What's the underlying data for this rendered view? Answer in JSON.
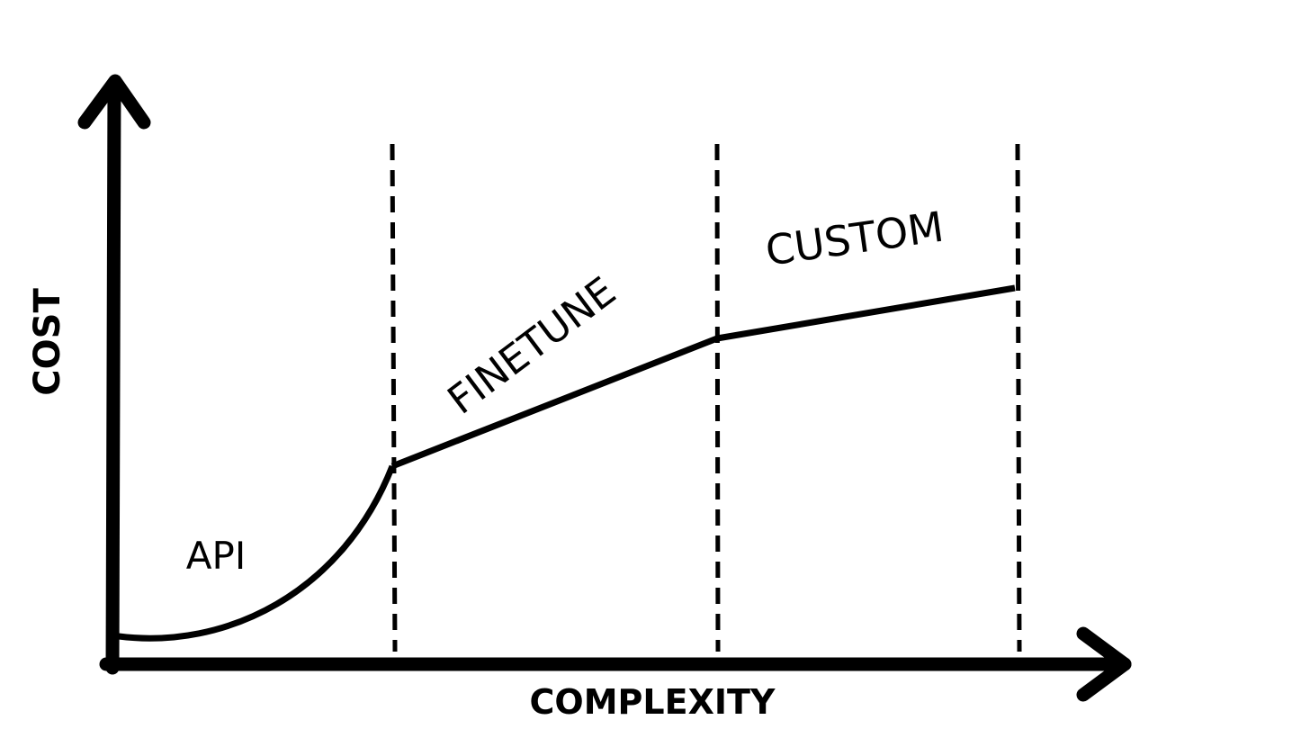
{
  "diagram": {
    "y_axis_label": "COST",
    "x_axis_label": "COMPLEXITY",
    "regions": [
      {
        "label": "API"
      },
      {
        "label": "FINETUNE"
      },
      {
        "label": "CUSTOM"
      }
    ],
    "colors": {
      "ink": "#000000",
      "background": "#ffffff"
    }
  }
}
